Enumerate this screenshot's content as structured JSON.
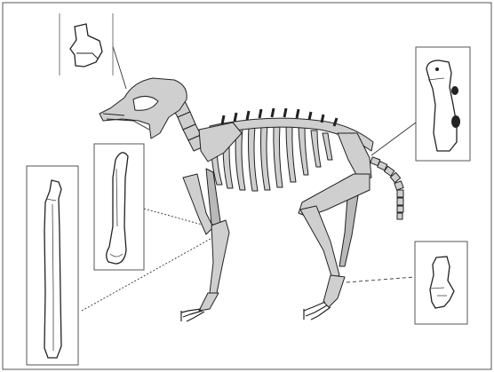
{
  "figure": {
    "kind": "skeleton-diagram",
    "colors": {
      "bone_fill": "#cfcfcf",
      "outline": "#222222",
      "leader_line": "#333333",
      "inset_border": "#555555"
    },
    "insets": [
      {
        "name": "inset-skull-fragment",
        "depicts": "skull-bone-fragment",
        "linked_to": "skull"
      },
      {
        "name": "inset-metacarpal",
        "depicts": "metacarpal-bone",
        "linked_to": "front-leg"
      },
      {
        "name": "inset-radius",
        "depicts": "long-limb-bone",
        "linked_to": "front-leg"
      },
      {
        "name": "inset-pelvis",
        "depicts": "pelvic-bone",
        "linked_to": "hip"
      },
      {
        "name": "inset-tarsal",
        "depicts": "tarsal-bone",
        "linked_to": "hind-foot"
      }
    ]
  }
}
